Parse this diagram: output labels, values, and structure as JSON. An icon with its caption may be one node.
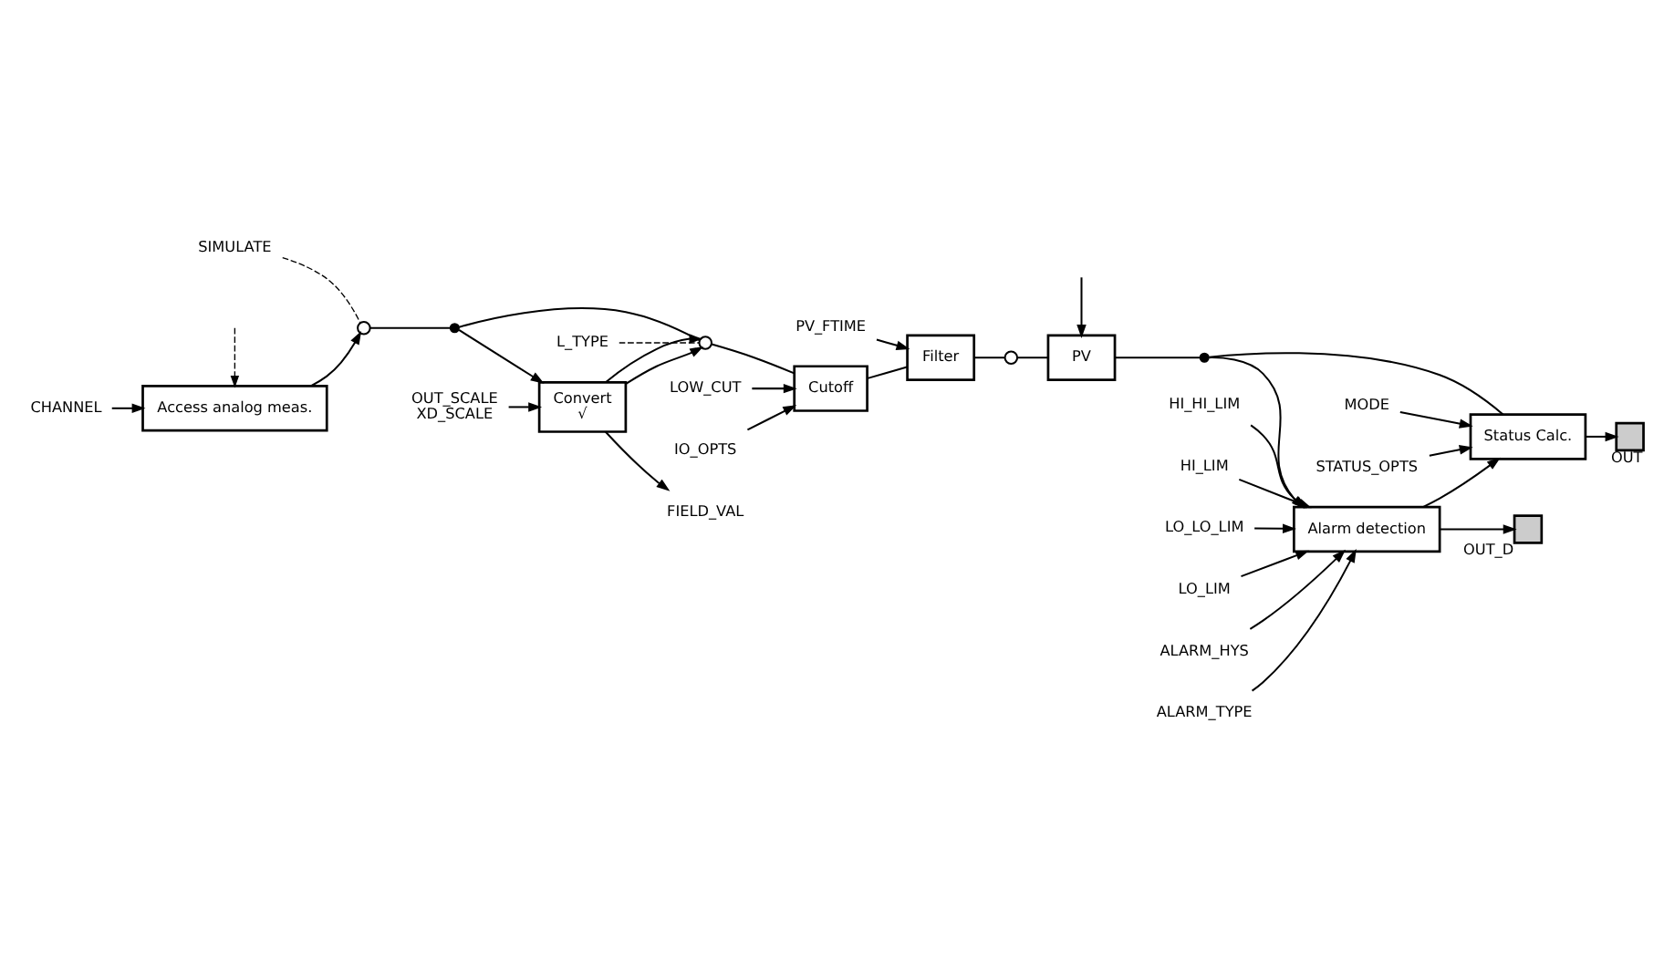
{
  "diagram": {
    "nodes": [
      {
        "text": [
          "Access analog meas."
        ]
      },
      {
        "text": [
          "CHANNEL"
        ]
      },
      {
        "text": [],
        "shape": "switch"
      },
      {
        "text": [
          "SIMULATE"
        ]
      },
      {
        "text": [],
        "shape": "dot"
      },
      {
        "text": [
          "Convert",
          "√"
        ]
      },
      {
        "text": [],
        "shape": "switch"
      },
      {
        "text": [
          "L_TYPE"
        ]
      },
      {
        "text": [
          "OUT_SCALE",
          "XD_SCALE"
        ]
      },
      {
        "text": [
          "FIELD_VAL"
        ]
      },
      {
        "text": [
          "LOW_CUT"
        ]
      },
      {
        "text": [
          "Cutoff"
        ]
      },
      {
        "text": [
          "IO_OPTS"
        ]
      },
      {
        "text": [
          "Filter"
        ]
      },
      {
        "text": [
          "PV_FTIME"
        ]
      },
      {
        "text": [],
        "shape": "switch"
      },
      {
        "text": [
          "PV"
        ]
      },
      {
        "text": [],
        "shape": "dot"
      },
      {
        "text": [
          "Alarm detection"
        ]
      },
      {
        "text": [
          "HI_HI_LIM"
        ]
      },
      {
        "text": [
          "HI_LIM"
        ]
      },
      {
        "text": [
          "LO_LO_LIM"
        ]
      },
      {
        "text": [
          "LO_LIM"
        ]
      },
      {
        "text": [
          "ALARM_HYS"
        ]
      },
      {
        "text": [
          "ALARM_TYPE"
        ]
      },
      {
        "text": [
          "Status Calc."
        ]
      },
      {
        "text": [
          "MODE"
        ]
      },
      {
        "text": [
          "STATUS_OPTS"
        ]
      },
      {
        "text": [],
        "shape": "box",
        "beside": [
          "OUT_D"
        ]
      },
      {
        "text": [],
        "shape": "box",
        "beside": [
          "OUT"
        ]
      }
    ],
    "edges": [
      {
        "from": null,
        "to": 0,
        "arrow": "to",
        "style": "dashed"
      },
      {
        "from": 1,
        "to": 0,
        "arrow": "to"
      },
      {
        "from": 0,
        "to": 2,
        "arrow": "to"
      },
      {
        "from": 3,
        "to": 2,
        "arrow": "none",
        "style": "dashed"
      },
      {
        "from": 2,
        "to": 4,
        "arrow": "none"
      },
      {
        "from": 4,
        "to": 5,
        "arrow": "to"
      },
      {
        "from": 4,
        "to": 6,
        "arrow": "none"
      },
      {
        "from": 5,
        "to": 6,
        "arrow": "to"
      },
      {
        "from": 5,
        "to": 6,
        "arrow": "to"
      },
      {
        "from": 8,
        "to": 5,
        "arrow": "to"
      },
      {
        "from": 5,
        "to": 9,
        "arrow": "to"
      },
      {
        "from": 7,
        "to": 6,
        "arrow": "none",
        "style": "dashed"
      },
      {
        "from": 6,
        "to": 11,
        "arrow": "none"
      },
      {
        "from": 10,
        "to": 11,
        "arrow": "to"
      },
      {
        "from": 12,
        "to": 11,
        "arrow": "to"
      },
      {
        "from": 11,
        "to": 13,
        "arrow": "none"
      },
      {
        "from": 14,
        "to": 13,
        "arrow": "to"
      },
      {
        "from": 13,
        "to": 15,
        "arrow": "none"
      },
      {
        "from": 15,
        "to": 16,
        "arrow": "none"
      },
      {
        "from": null,
        "to": 16,
        "arrow": "to"
      },
      {
        "from": 16,
        "to": 17,
        "arrow": "none"
      },
      {
        "from": 17,
        "to": 25,
        "arrow": "none"
      },
      {
        "from": 17,
        "to": 18,
        "arrow": "to"
      },
      {
        "from": 19,
        "to": 18,
        "arrow": "to"
      },
      {
        "from": 20,
        "to": 18,
        "arrow": "to"
      },
      {
        "from": 21,
        "to": 18,
        "arrow": "to"
      },
      {
        "from": 22,
        "to": 18,
        "arrow": "to"
      },
      {
        "from": 23,
        "to": 18,
        "arrow": "to"
      },
      {
        "from": 24,
        "to": 18,
        "arrow": "to"
      },
      {
        "from": 18,
        "to": 25,
        "arrow": "to"
      },
      {
        "from": 18,
        "to": 28,
        "arrow": "to"
      },
      {
        "from": 25,
        "to": 29,
        "arrow": "to"
      },
      {
        "from": 26,
        "to": 25,
        "arrow": "to"
      },
      {
        "from": 27,
        "to": 25,
        "arrow": "to"
      }
    ]
  }
}
